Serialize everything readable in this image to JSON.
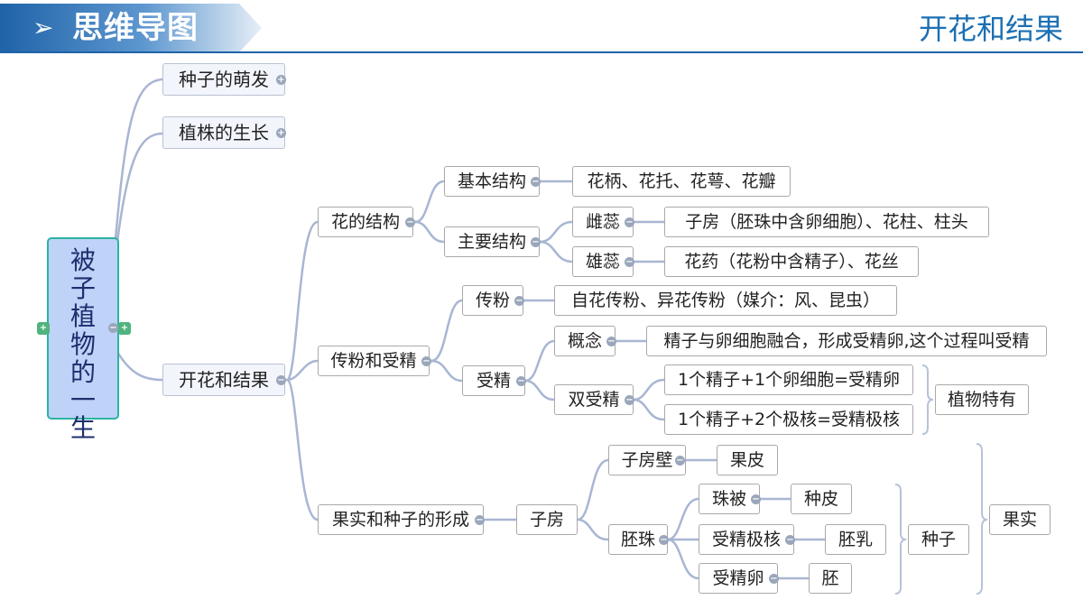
{
  "header": {
    "title": "思维导图",
    "chapter": "开花和结果",
    "arrow_icon": "➢",
    "colors": {
      "banner_start": "#1f63a8",
      "banner_end": "#e6eef7",
      "chapter_text": "#1b6fb3",
      "line": "#1f63a8"
    }
  },
  "root": {
    "label": "被子植物的一生"
  },
  "nodes": {
    "seed_germination": "种子的萌发",
    "plant_growth": "植株的生长",
    "flower_fruit": "开花和结果",
    "flower_structure": "花的结构",
    "basic_structure": "基本结构",
    "basic_parts": "花柄、花托、花萼、花瓣",
    "main_structure": "主要结构",
    "pistil": "雌蕊",
    "pistil_parts": "子房（胚珠中含卵细胞）、花柱、柱头",
    "stamen": "雄蕊",
    "stamen_parts": "花药（花粉中含精子）、花丝",
    "pollination_fert": "传粉和受精",
    "pollination": "传粉",
    "pollination_types": "自花传粉、异花传粉（媒介：风、昆虫）",
    "fertilization": "受精",
    "concept": "概念",
    "concept_text": "精子与卵细胞融合，形成受精卵,这个过程叫受精",
    "double_fert": "双受精",
    "df_1": "1个精子+1个卵细胞=受精卵",
    "df_2": "1个精子+2个极核=受精极核",
    "plant_unique": "植物特有",
    "fruit_seed_formation": "果实和种子的形成",
    "ovary": "子房",
    "ovary_wall": "子房壁",
    "pericarp": "果皮",
    "ovule": "胚珠",
    "integument": "珠被",
    "seed_coat": "种皮",
    "fert_polar": "受精极核",
    "endosperm": "胚乳",
    "fert_egg": "受精卵",
    "embryo": "胚",
    "seed": "种子",
    "fruit": "果实"
  },
  "icons": {
    "collapse": "minus-circle-icon",
    "expand": "plus-circle-icon"
  }
}
